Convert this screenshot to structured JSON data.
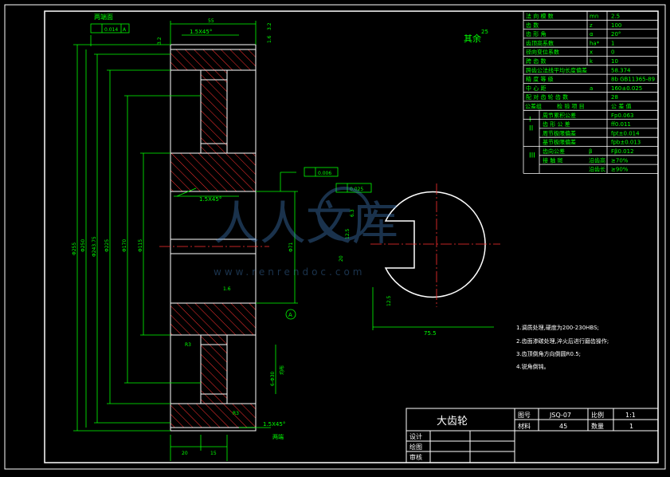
{
  "drawing": {
    "title": "大齿轮",
    "drawing_no_label": "图号",
    "drawing_no": "JSQ-07",
    "scale_label": "比例",
    "scale": "1:1",
    "material_label": "材料",
    "material": "45",
    "quantity_label": "数量",
    "quantity": "1",
    "design_label": "设计",
    "drawn_label": "绘图",
    "check_label": "审核",
    "others_label": "其余",
    "others_ra": "25"
  },
  "watermark": {
    "brand": "人人文库",
    "url": "www.renrendoc.com"
  },
  "params": [
    {
      "name": "法 向 模 数",
      "sym": "mn",
      "val": "2.5"
    },
    {
      "name": "齿 数",
      "sym": "z",
      "val": "100"
    },
    {
      "name": "齿 形 角",
      "sym": "α",
      "val": "20°"
    },
    {
      "name": "齿顶高系数",
      "sym": "ha*",
      "val": "1"
    },
    {
      "name": "径向变位系数",
      "sym": "x",
      "val": "0"
    },
    {
      "name": "跨 齿 数",
      "sym": "k",
      "val": "10"
    },
    {
      "name": "跨齿公法线平均长度偏差",
      "sym": "",
      "val": "58.374"
    },
    {
      "name": "精 度 等 级",
      "sym": "",
      "val": "8b GB11365-89"
    },
    {
      "name": "中 心 距",
      "sym": "a",
      "val": "160±0.025"
    },
    {
      "name": "配 对 齿 轮 齿 数",
      "sym": "",
      "val": "28"
    }
  ],
  "tol_header": {
    "group": "公差组",
    "item": "检 验 项 目",
    "val": "公 差 值"
  },
  "tolerances": [
    {
      "group": "I",
      "item": "周节累积公差",
      "sym": "",
      "val": "Fp0.063"
    },
    {
      "group": "II",
      "item": "齿 形 公 差",
      "sym": "",
      "val": "ff0.011"
    },
    {
      "group": "II",
      "item": "周节极限偏差",
      "sym": "",
      "val": "fpt±0.014"
    },
    {
      "group": "II",
      "item": "基节极限偏差",
      "sym": "",
      "val": "fpb±0.013"
    },
    {
      "group": "III",
      "item": "齿向公差",
      "sym": "β",
      "val": "Fβ0.012"
    },
    {
      "group": "III",
      "item": "接 触 斑",
      "sym": "沿齿高",
      "val": "≥70%"
    },
    {
      "group": "III",
      "item": "",
      "sym": "沿齿长",
      "val": "≥90%"
    }
  ],
  "notes": [
    "1.调质处理,硬度为200-230HBS;",
    "2.齿面渗碳处理,淬火后进行磨齿操作;",
    "3.齿顶倒角方向倒圆R0.5;",
    "4.锐角倒钝。"
  ],
  "labels": {
    "two_end_face": "两端面",
    "tol_box_1": "0.014",
    "datum": "A",
    "tol_box_2": "0.006",
    "sym_box": "0.025",
    "width": "55",
    "chamfer": "1.5X45°",
    "ra32": "3.2",
    "ra16": "1.6",
    "ra12_5": "12.5",
    "ra6_3": "6.3",
    "d1": "Φ255",
    "d2": "Φ250",
    "d3": "Φ243.75",
    "d4": "Φ225",
    "d5": "Φ170",
    "d6": "Φ115",
    "d7": "Φ71",
    "hole": "6-Φ30",
    "hole_suffix": "均布",
    "r3": "R3",
    "dim20": "20",
    "dim15": "15",
    "key_w": "20",
    "key_h": "75.5",
    "two_end": "两端"
  },
  "colors": {
    "bg": "#000000",
    "line": "#ffffff",
    "dim": "#00ff00",
    "hatch": "#ff0000",
    "cyan": "#00ffff",
    "center": "#ff0000"
  }
}
